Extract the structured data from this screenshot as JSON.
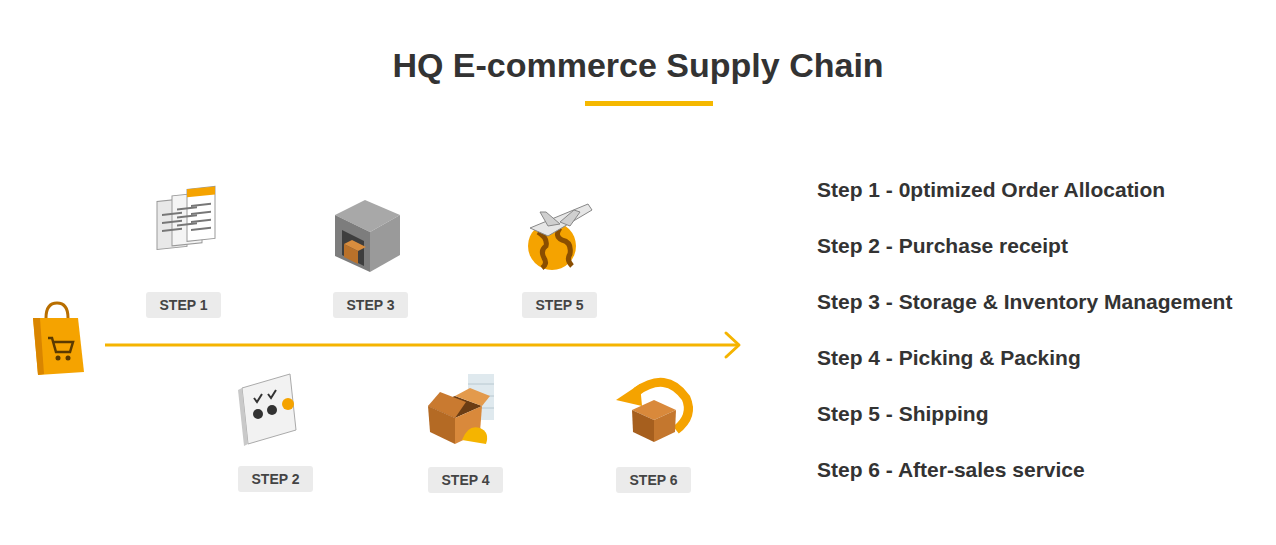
{
  "diagram": {
    "title": "HQ E-commerce Supply Chain",
    "nodes": [
      {
        "text": [
          "STEP 1"
        ]
      },
      {
        "text": [
          "STEP 2"
        ]
      },
      {
        "text": [
          "STEP 3"
        ]
      },
      {
        "text": [
          "STEP 4"
        ]
      },
      {
        "text": [
          "STEP 5"
        ]
      },
      {
        "text": [
          "STEP 6"
        ]
      }
    ],
    "labels": [
      "Step 1 - 0ptimized Order Allocation",
      "Step 2 - Purchase receipt",
      "Step 3 - Storage & Inventory Management",
      "Step 4 - Picking & Packing",
      "Step 5 - Shipping",
      "Step 6 - After-sales service"
    ]
  }
}
